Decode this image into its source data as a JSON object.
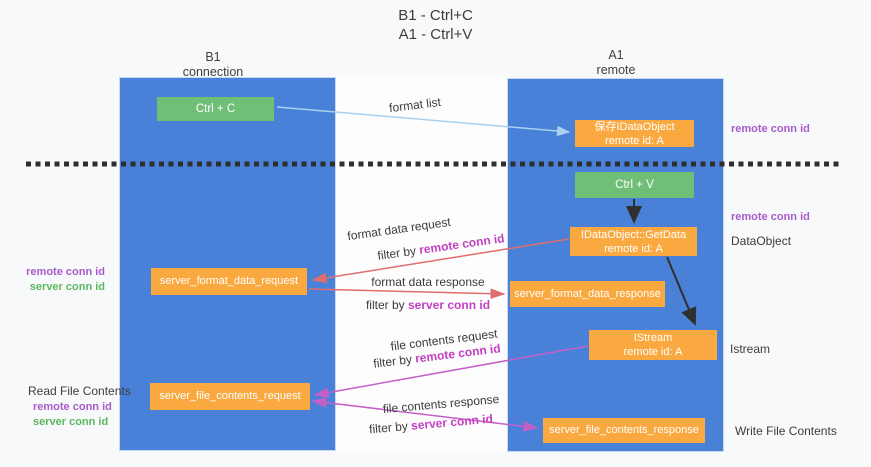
{
  "title": {
    "line1": "B1 - Ctrl+C",
    "line2": "A1 - Ctrl+V"
  },
  "lanes": {
    "left": {
      "name": "B1",
      "role": "connection"
    },
    "right": {
      "name": "A1",
      "role": "remote"
    }
  },
  "boxes": {
    "ctrl_c": "Ctrl + C",
    "ctrl_v": "Ctrl + V",
    "save_idataobject_line1": "保存IDataObject",
    "save_idataobject_line2": "remote id: A",
    "getdata_line1": "IDataObject::GetData",
    "getdata_line2": "remote id: A",
    "istream_line1": "IStream",
    "istream_line2": "remote id: A",
    "format_request": "server_format_data_request",
    "format_response": "server_format_data_response",
    "file_request": "server_file_contents_request",
    "file_response": "server_file_contents_response"
  },
  "flow_labels": {
    "format_list": "format list",
    "format_data_request": "format data request",
    "format_data_response": "format data response",
    "file_contents_request": "file contents request",
    "file_contents_response": "file contents response",
    "filter_by": "filter by",
    "remote_conn_id": "remote conn id",
    "server_conn_id": "server conn id"
  },
  "side_labels": {
    "remote_conn_id_top": "remote conn id",
    "remote_conn_id_mid": "remote conn id",
    "dataobject": "DataObject",
    "istream": "Istream",
    "write_file_contents": "Write File Contents",
    "read_file_contents": "Read File Contents",
    "left_remote_conn_id": "remote conn id",
    "left_server_conn_id": "server conn id",
    "left_remote_conn_id_2": "remote conn id",
    "left_server_conn_id_2": "server conn id"
  },
  "colors": {
    "lane_blue": "#4a81d8",
    "box_orange": "#f9a940",
    "box_green": "#71be77",
    "arrow_light_blue": "#a8d2f0",
    "arrow_black": "#2f2f2f",
    "arrow_red": "#e06e6e",
    "arrow_magenta": "#c45fc8",
    "label_purple": "#a85bc8",
    "label_magenta": "#c33fc3",
    "label_green": "#5bb85f",
    "text_dark": "#3c3c3c"
  }
}
